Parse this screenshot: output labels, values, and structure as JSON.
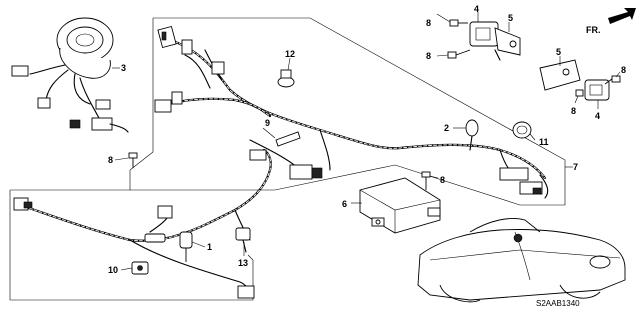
{
  "diagram_code": "S2AAB1340",
  "direction_label": "FR.",
  "callouts": {
    "c1": "1",
    "c2": "2",
    "c3": "3",
    "c4a": "4",
    "c4b": "4",
    "c5a": "5",
    "c5b": "5",
    "c6": "6",
    "c7": "7",
    "c8a": "8",
    "c8b": "8",
    "c8c": "8",
    "c8d": "8",
    "c8e": "8",
    "c9": "9",
    "c10": "10",
    "c11": "11",
    "c12": "12",
    "c13": "13"
  }
}
